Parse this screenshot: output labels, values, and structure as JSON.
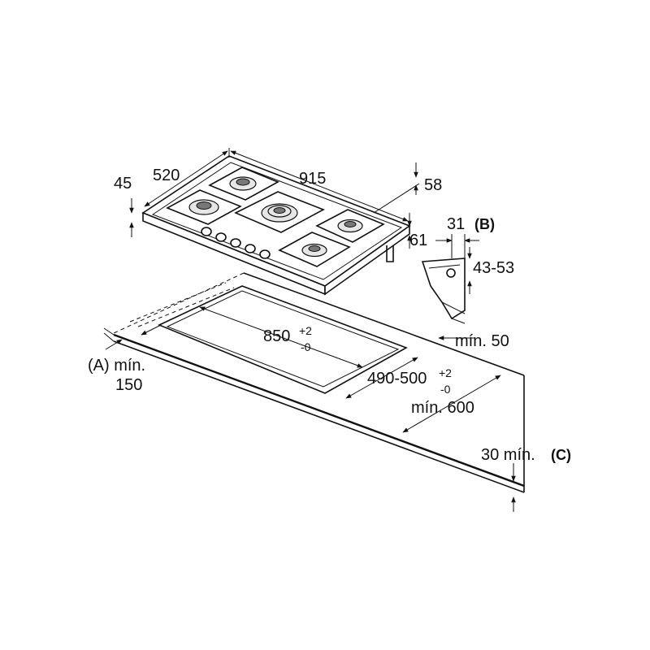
{
  "dimensions": {
    "width": "915",
    "depth": "520",
    "height": "45",
    "burner_front": "58",
    "side_offset": "61",
    "bracket_width": "31",
    "bracket_thickness": "43-53",
    "cutout_width": "850",
    "cutout_width_tol_plus": "+2",
    "cutout_width_tol_minus": "-0",
    "cutout_depth": "490-500",
    "cutout_depth_tol_plus": "+2",
    "cutout_depth_tol_minus": "-0",
    "min_back": "mín. 50",
    "min_front": "mín. 600",
    "min_side_label": "(A) mín.",
    "min_side_value": "150",
    "min_worktop": "30 mín.",
    "ref_b": "(B)",
    "ref_c": "(C)"
  }
}
